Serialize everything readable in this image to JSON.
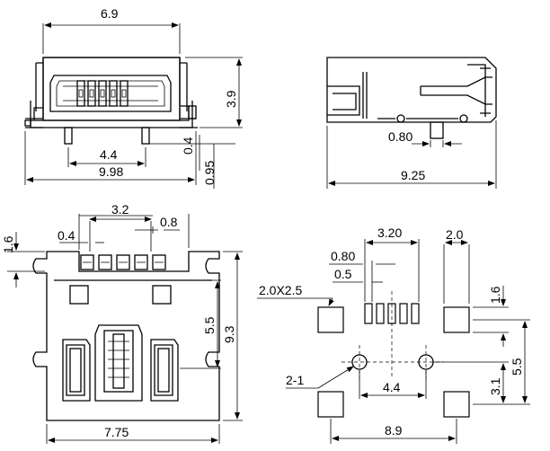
{
  "views": {
    "front": {
      "width": "6.9",
      "height": "3.9",
      "pin_spacing": "4.4",
      "total_width": "9.98",
      "offset_a": "0.4",
      "offset_b": "0.95"
    },
    "side": {
      "pin_width": "0.80",
      "length": "9.25"
    },
    "top": {
      "pin_span": "3.2",
      "pin_pitch": "0.8",
      "tab_height": "1.6",
      "pin_width": "0.4",
      "hole_span": "5.5",
      "depth": "9.3",
      "body_width": "7.75"
    },
    "footprint": {
      "pad_size": "2.0X2.5",
      "pad_span": "3.20",
      "pad_width": "0.80",
      "slot_width": "0.5",
      "pad_w": "2.0",
      "pad_h": "1.6",
      "hole_label": "2-1",
      "hole_spacing": "4.4",
      "pad_gap": "5.5",
      "hole_offset": "3.1",
      "outer_span": "8.9"
    }
  }
}
